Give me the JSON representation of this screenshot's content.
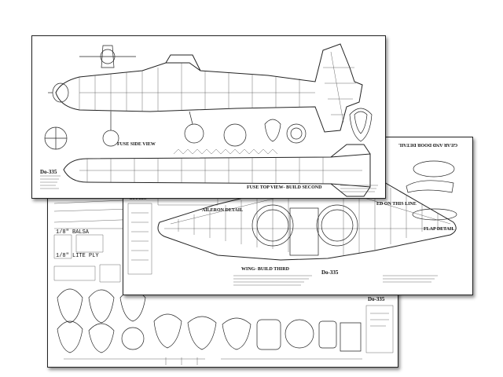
{
  "sheet_fuselage": {
    "fuse_side_view": "FUSE SIDE VIEW",
    "fuse_top_view": "FUSE TOP VIEW- BUILD SECOND",
    "title_model": "Do-335"
  },
  "sheet_wing": {
    "gear_door_detail": "GEAR AND DOOR DETAIL",
    "cut_line": "ED ON THIS LINE",
    "aileron_detail": "AILERON DETAIL",
    "flap_detail": "FLAP DETAIL",
    "wing_build": "WING- BUILD THIRD",
    "title_model": "Do-335",
    "details": "DETAILS"
  },
  "sheet_parts": {
    "balsa_label": "1/8\" BALSA",
    "ply_label": "1/8\" LITE PLY",
    "title_model": "Do-335"
  }
}
